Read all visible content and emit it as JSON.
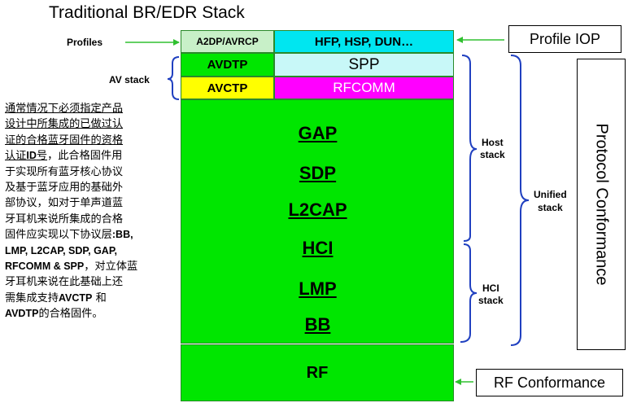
{
  "title": "Traditional BR/EDR Stack",
  "left_labels": {
    "profiles": "Profiles",
    "av_stack": "AV stack"
  },
  "stack": {
    "a2dp": "A2DP/AVRCP",
    "hfp": "HFP, HSP, DUN…",
    "avdtp": "AVDTP",
    "spp": "SPP",
    "avctp": "AVCTP",
    "rfcomm": "RFCOMM",
    "layers": [
      "GAP",
      "SDP",
      "L2CAP",
      "HCI",
      "LMP",
      "BB"
    ],
    "rf": "RF"
  },
  "right_labels": {
    "host_stack_1": "Host",
    "host_stack_2": "stack",
    "hci_stack_1": "HCI",
    "hci_stack_2": "stack",
    "unified_1": "Unified",
    "unified_2": "stack",
    "profile_iop": "Profile IOP",
    "protocol_conformance": "Protocol Conformance",
    "rf_conformance": "RF Conformance"
  },
  "note": {
    "u1": "通常情况下必须指定产品",
    "u2": "设计中所集成的已做过认",
    "u3": "证的合格蓝牙固件的资格",
    "u4a": "认证",
    "u4b": "ID",
    "u4c": "号",
    "t4": "，此合格固件用",
    "t5": "于实现所有蓝牙核心协议",
    "t6": "及基于蓝牙应用的基础外",
    "t7": "部协议，如对于单声道蓝",
    "t8": "牙耳机来说所集成的合格",
    "t9": "固件应实现以下协议层",
    "b9": ":BB,",
    "b10": "LMP, L2CAP, SDP, GAP,",
    "b11": "RFCOMM & SPP",
    "t11": "，对立体蓝",
    "t12": "牙耳机来说在此基础上还",
    "t13a": "需集成支持",
    "b13": "AVCTP",
    "t13b": " 和",
    "b14": "AVDTP",
    "t14": "的合格固件。"
  },
  "colors": {
    "green": "#00e600",
    "light_green": "#c8f0c8",
    "cyan": "#00e6f0",
    "light_cyan": "#c8f8f8",
    "yellow": "#ffff00",
    "magenta": "#ff00ff",
    "blue": "#2040c0",
    "arrow_green": "#30c030"
  }
}
